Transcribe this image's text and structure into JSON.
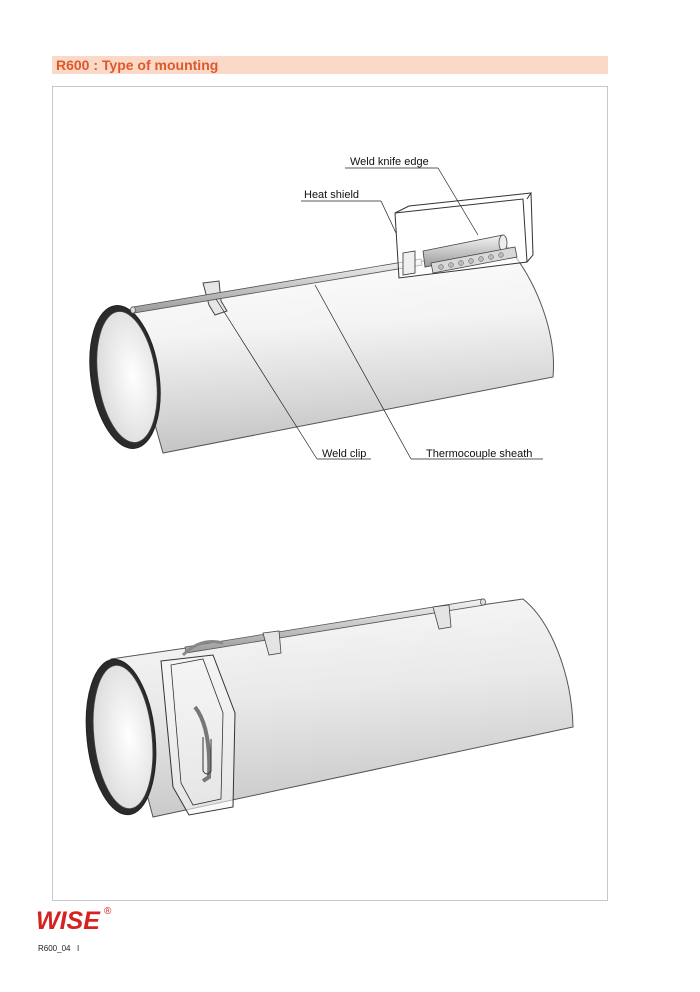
{
  "header": {
    "title": "R600 : Type of mounting"
  },
  "diagram_top": {
    "labels": {
      "weld_knife_edge": "Weld knife edge",
      "heat_shield": "Heat shield",
      "weld_clip": "Weld clip",
      "thermocouple_sheath": "Thermocouple sheath"
    }
  },
  "footer": {
    "logo_text": "WISE",
    "logo_mark": "®",
    "page_ref": "R600_04",
    "page_ref_mark": "I"
  },
  "colors": {
    "accent": "#e0572a",
    "header_bg": "#fad9c9",
    "logo": "#d42320"
  }
}
